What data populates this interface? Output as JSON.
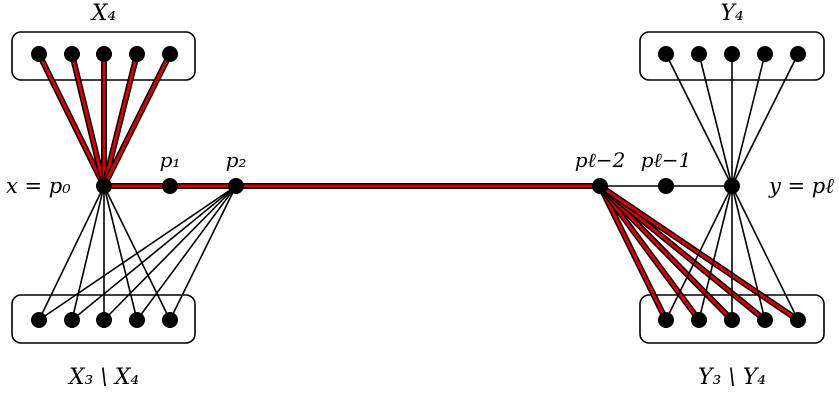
{
  "labels": {
    "x4": "X₄",
    "y4": "Y₄",
    "x3_minus_x4": "X₃ \\ X₄",
    "y3_minus_y4": "Y₃ \\ Y₄",
    "x_eq_p0": "x = p₀",
    "y_eq_pl": "y = pℓ",
    "p1": "p₁",
    "p2": "p₂",
    "pl2": "pℓ−2",
    "pl1": "pℓ−1"
  },
  "colors": {
    "highlight": "#d40000",
    "edge": "#000000",
    "vertex": "#000000"
  }
}
